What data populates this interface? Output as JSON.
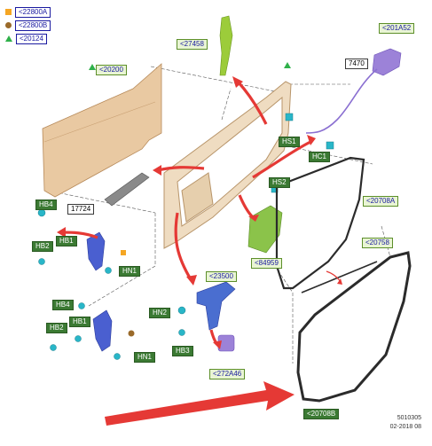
{
  "legend": [
    {
      "marker": "orange-square",
      "code": "<22800A",
      "color": "#f5a623"
    },
    {
      "marker": "brown-dot",
      "code": "<22800B",
      "color": "#9a6a2a"
    },
    {
      "marker": "green-triangle",
      "code": "<20124",
      "color": "#2fb04a"
    }
  ],
  "labels": {
    "door_skin": "<20200",
    "top_seal": "<27458",
    "latch_connector": "<201A52",
    "cable": "7470",
    "hs1": "HS1",
    "hc1": "HC1",
    "hs2": "HS2",
    "trim_strip": "17724",
    "hb4_top": "HB4",
    "hb1_top": "HB1",
    "hb2_top": "HB2",
    "hn1_top": "HN1",
    "foam_block": "<84959",
    "seal_20708a": "<20708A",
    "seal_20758": "<20758",
    "check_arm": "<23500",
    "hn2": "HN2",
    "hb3": "HB3",
    "bracket_272a46": "<272A46",
    "hb4_bot": "HB4",
    "hb1_bot": "HB1",
    "hb2_bot": "HB2",
    "hn1_bot": "HN1",
    "seal_20708b": "<20708B"
  },
  "footer": {
    "ref": "5010305",
    "date": "02-2018 08"
  },
  "colors": {
    "door_skin": "#e9c9a2",
    "frame": "#e9d2b0",
    "arrow_red": "#e53935",
    "hinge_blue": "#4a5fd0",
    "bolt_teal": "#29b6c8",
    "foam_green": "#8bc34a",
    "seal_dark": "#2b2b2b",
    "cable_purple": "#8a6fd1"
  }
}
